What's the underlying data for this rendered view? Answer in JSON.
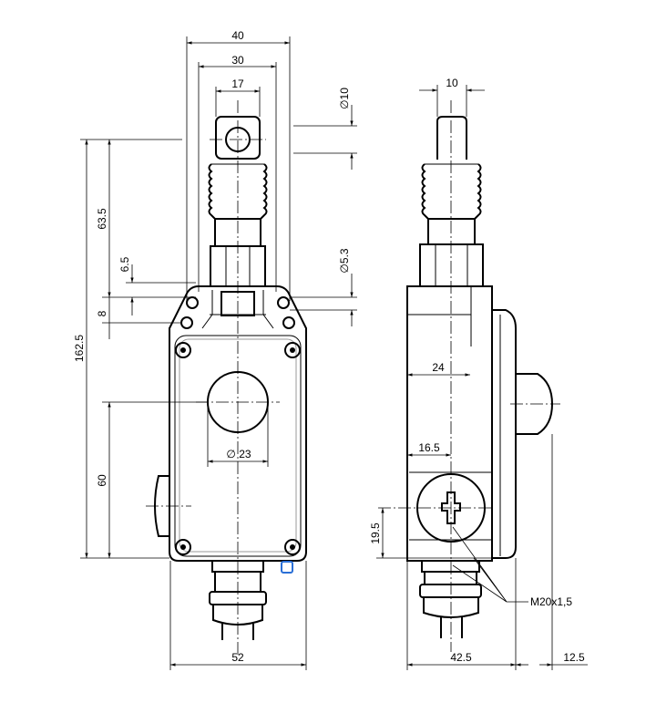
{
  "drawing": {
    "title": "Rope pull switch dimension drawing",
    "front_view": {
      "width_overall": "40",
      "width_mount": "30",
      "width_eyelet": "17",
      "height_total": "162.5",
      "height_top": "63.5",
      "offset_small": "6.5",
      "offset_holes": "8",
      "height_bottom": "60",
      "body_width": "52",
      "window_diameter": "∅ 23",
      "eyelet_hole": "∅10",
      "mount_hole": "∅5.3"
    },
    "side_view": {
      "stem_width": "10",
      "depth_head": "24",
      "gland_offset": "16.5",
      "gland_height": "19.5",
      "depth_body": "42.5",
      "button_depth": "12.5",
      "thread_label": "M20x1,5"
    },
    "colors": {
      "line": "#000000",
      "hidden": "#999999",
      "accent": "#2a6fd6"
    }
  }
}
